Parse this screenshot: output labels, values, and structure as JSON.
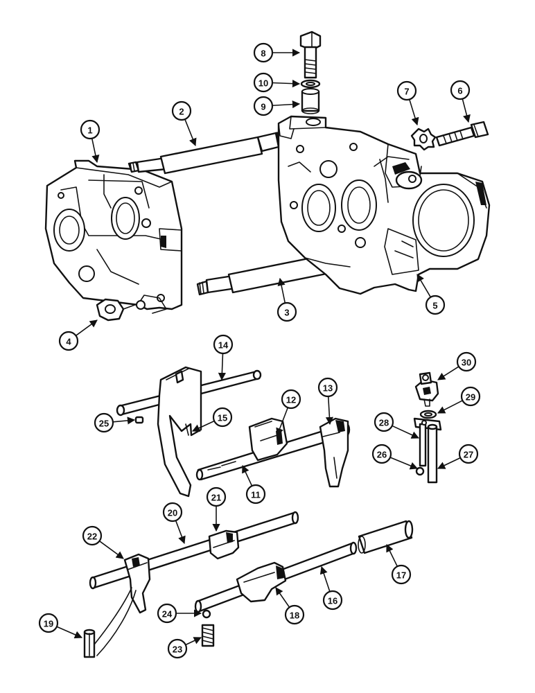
{
  "callouts": [
    {
      "id": "c1",
      "label": "1"
    },
    {
      "id": "c2",
      "label": "2"
    },
    {
      "id": "c3",
      "label": "3"
    },
    {
      "id": "c4",
      "label": "4"
    },
    {
      "id": "c5",
      "label": "5"
    },
    {
      "id": "c6",
      "label": "6"
    },
    {
      "id": "c7",
      "label": "7"
    },
    {
      "id": "c8",
      "label": "8"
    },
    {
      "id": "c9",
      "label": "9"
    },
    {
      "id": "c10",
      "label": "10"
    },
    {
      "id": "c11",
      "label": "11"
    },
    {
      "id": "c12",
      "label": "12"
    },
    {
      "id": "c13",
      "label": "13"
    },
    {
      "id": "c14",
      "label": "14"
    },
    {
      "id": "c15",
      "label": "15"
    },
    {
      "id": "c16",
      "label": "16"
    },
    {
      "id": "c17",
      "label": "17"
    },
    {
      "id": "c18",
      "label": "18"
    },
    {
      "id": "c19",
      "label": "19"
    },
    {
      "id": "c20",
      "label": "20"
    },
    {
      "id": "c21",
      "label": "21"
    },
    {
      "id": "c22",
      "label": "22"
    },
    {
      "id": "c23",
      "label": "23"
    },
    {
      "id": "c24",
      "label": "24"
    },
    {
      "id": "c25",
      "label": "25"
    },
    {
      "id": "c26",
      "label": "26"
    },
    {
      "id": "c27",
      "label": "27"
    },
    {
      "id": "c28",
      "label": "28"
    },
    {
      "id": "c29",
      "label": "29"
    },
    {
      "id": "c30",
      "label": "30"
    }
  ]
}
